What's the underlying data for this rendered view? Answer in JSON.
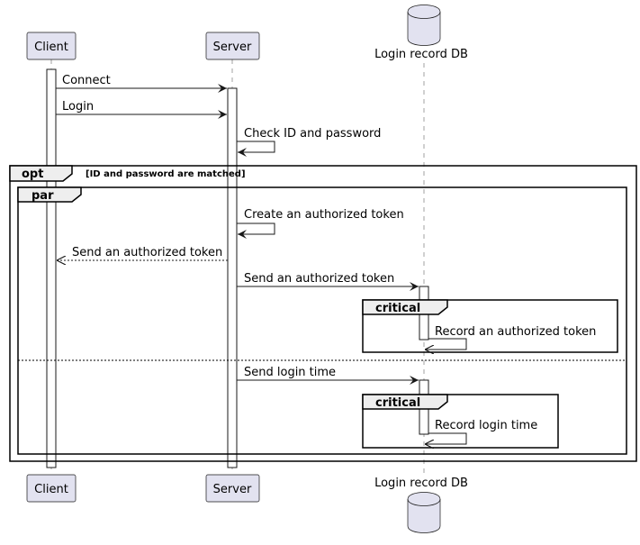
{
  "participants": {
    "client": "Client",
    "server": "Server",
    "db": "Login record DB"
  },
  "messages": {
    "connect": "Connect",
    "login": "Login",
    "check": "Check ID and password",
    "create_token": "Create an authorized token",
    "send_token_client": "Send an authorized token",
    "send_token_db": "Send an authorized token",
    "record_token": "Record an authorized token",
    "send_login_time": "Send login time",
    "record_login_time": "Record login time"
  },
  "fragments": {
    "opt_label": "opt",
    "opt_condition": "[ID and password are matched]",
    "par_label": "par",
    "critical1_label": "critical",
    "critical2_label": "critical"
  },
  "colors": {
    "participant_fill": "#e2e2f0",
    "line": "#181818"
  }
}
